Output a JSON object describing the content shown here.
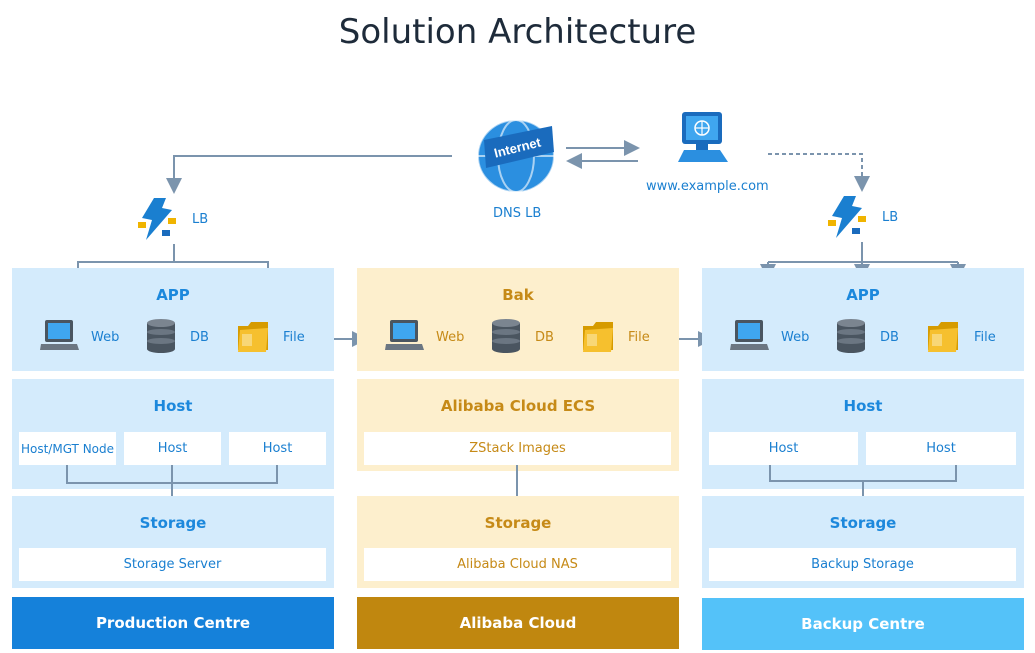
{
  "title": "Solution Architecture",
  "top": {
    "dns_label": "DNS LB",
    "internet_text": "Internet",
    "site_label": "www.example.com",
    "lb_left": "LB",
    "lb_right": "LB"
  },
  "production": {
    "app_title": "APP",
    "web": "Web",
    "db": "DB",
    "file": "File",
    "host_title": "Host",
    "hosts": [
      "Host/MGT Node",
      "Host",
      "Host"
    ],
    "storage_title": "Storage",
    "storage_box": "Storage Server",
    "footer": "Production Centre"
  },
  "alibaba": {
    "app_title": "Bak",
    "web": "Web",
    "db": "DB",
    "file": "File",
    "host_title": "Alibaba Cloud  ECS",
    "host_box": "ZStack Images",
    "storage_title": "Storage",
    "storage_box": "Alibaba Cloud NAS",
    "footer": "Alibaba Cloud"
  },
  "backup": {
    "app_title": "APP",
    "web": "Web",
    "db": "DB",
    "file": "File",
    "host_title": "Host",
    "hosts": [
      "Host",
      "Host"
    ],
    "storage_title": "Storage",
    "storage_box": "Backup Storage",
    "footer": "Backup Centre"
  },
  "colors": {
    "blue_panel": "#d4ebfc",
    "yellow_panel": "#fdefcd",
    "production_footer": "#1581da",
    "alibaba_footer": "#c0870f",
    "backup_footer": "#54c2f9",
    "connector": "#7b94ad"
  },
  "icons": [
    "internet-globe-icon",
    "computer-icon",
    "load-balancer-icon",
    "laptop-icon",
    "database-icon",
    "folder-icon"
  ]
}
